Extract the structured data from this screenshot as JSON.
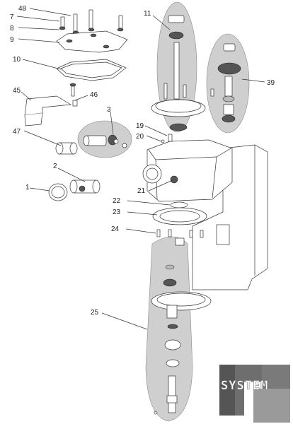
{
  "callouts": [
    {
      "id": "c48",
      "text": "48"
    },
    {
      "id": "c7",
      "text": "7"
    },
    {
      "id": "c8",
      "text": "8"
    },
    {
      "id": "c9",
      "text": "9"
    },
    {
      "id": "c10",
      "text": "10"
    },
    {
      "id": "c11",
      "text": "11"
    },
    {
      "id": "c39",
      "text": "39"
    },
    {
      "id": "c45",
      "text": "45"
    },
    {
      "id": "c46",
      "text": "46"
    },
    {
      "id": "c3",
      "text": "3"
    },
    {
      "id": "c47",
      "text": "47"
    },
    {
      "id": "c19",
      "text": "19"
    },
    {
      "id": "c20",
      "text": "20"
    },
    {
      "id": "c2",
      "text": "2"
    },
    {
      "id": "c1",
      "text": "1"
    },
    {
      "id": "c21",
      "text": "21"
    },
    {
      "id": "c22",
      "text": "22"
    },
    {
      "id": "c23",
      "text": "23"
    },
    {
      "id": "c24",
      "text": "24"
    },
    {
      "id": "c25",
      "text": "25"
    }
  ],
  "logo": {
    "text": "SYSTEM"
  },
  "colors": {
    "highlight": "#cfcfcf",
    "line": "#333333",
    "logo_dark": "#555555"
  }
}
